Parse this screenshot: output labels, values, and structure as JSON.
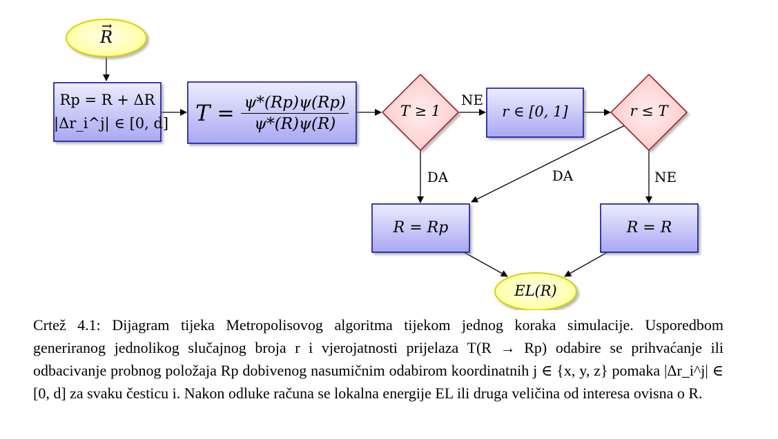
{
  "nodes": {
    "start": {
      "text": "R"
    },
    "proposal": {
      "line1": "Rp = R + ΔR",
      "line2": "|Δr_i^j| ∈ [0, d]"
    },
    "transition": {
      "lhs": "T",
      "numerator": "ψ*(Rp)ψ(Rp)",
      "denominator": "ψ*(R)ψ(R)"
    },
    "decision1": {
      "text": "T ≥ 1"
    },
    "random": {
      "text": "r ∈ [0, 1]"
    },
    "decision2": {
      "text": "r ≤ T"
    },
    "accept": {
      "text": "R = Rp"
    },
    "reject": {
      "text": "R = R"
    },
    "end": {
      "text": "EL(R)"
    }
  },
  "edge_labels": {
    "no1": "NE",
    "yes1": "DA",
    "yes2": "DA",
    "no2": "NE"
  },
  "caption": {
    "prefix": "Crtež 4.1:",
    "body": "Dijagram tijeka Metropolisovog algoritma tijekom jednog koraka simulacije. Usporedbom generiranog jednolikog slučajnog broja r i vjerojatnosti prijelaza T(R → Rp) odabire se prihvaćanje ili odbacivanje probnog položaja Rp dobivenog nasumičnim odabirom koordinatnih j ∈ {x, y, z} pomaka |Δr_i^j| ∈ [0, d] za svaku česticu i. Nakon odluke računa se lokalna energije EL ili druga veličina od interesa ovisna o R."
  },
  "colors": {
    "ellipse_fill": "#ffffa8",
    "ellipse_stroke": "#d8d800",
    "box_fill_top": "#ececff",
    "box_fill_bottom": "#a8a8f2",
    "box_stroke": "#0000a0",
    "diamond_fill": "#ffdcdc",
    "diamond_stroke": "#a01010",
    "edge": "#000000"
  }
}
